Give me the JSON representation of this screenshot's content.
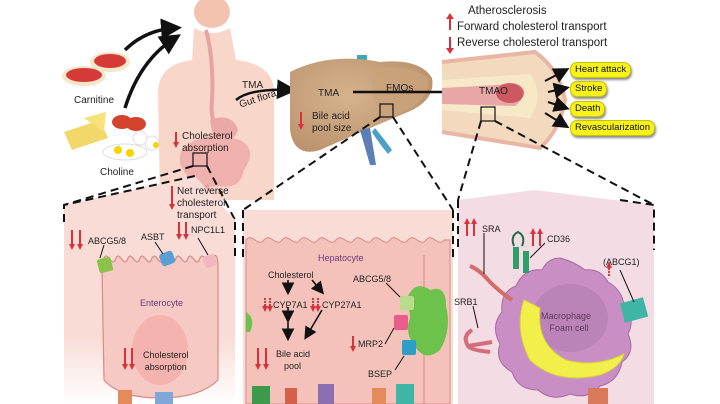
{
  "top": {
    "food": {
      "carnitine": "Carnitine",
      "choline": "Choline"
    },
    "gut": {
      "cholesterol_absorption_line1": "Cholesterol",
      "cholesterol_absorption_line2": "absorption"
    },
    "tma_label": "TMA",
    "gut_flora": "Gut flora",
    "liver": {
      "tma": "TMA",
      "fmos": "FMOs",
      "bile_acid_line1": "Bile acid",
      "bile_acid_line2": "pool size"
    },
    "artery": {
      "tmao": "TMAO"
    },
    "legend": {
      "title": "Atherosclerosis",
      "forward": "Forward cholesterol transport",
      "reverse": "Reverse cholesterol transport"
    },
    "outcomes": [
      "Heart attack",
      "Stroke",
      "Death",
      "Revascularization"
    ]
  },
  "panels": {
    "enterocyte": {
      "net_reverse_line1": "Net reverse",
      "net_reverse_line2": "cholesterol",
      "net_reverse_line3": "transport",
      "abcg58": "ABCG5/8",
      "asbt": "ASBT",
      "npc1l1": "NPC1L1",
      "cell_name": "Enterocyte",
      "absorption_line1": "Cholesterol",
      "absorption_line2": "absorption"
    },
    "hepatocyte": {
      "cell_name": "Hepatocyte",
      "cholesterol": "Cholesterol",
      "cyp7a1": "CYP7A1",
      "cyp27a1": "CYP27A1",
      "bile_acid_line1": "Bile acid",
      "bile_acid_line2": "pool",
      "abcg58": "ABCG5/8",
      "mrp2": "MRP2",
      "bsep": "BSEP"
    },
    "macrophage": {
      "sra": "SRA",
      "cd36": "CD36",
      "abcg1": "(ABCG1)",
      "srb1": "SRB1",
      "cell_line1": "Macrophage",
      "cell_line2": "Foam cell"
    }
  },
  "colors": {
    "arrow_red": "#d9323a",
    "badge_yellow": "#f7f21a",
    "panel_pink": "#f9dcd6",
    "liver_tan": "#c9a27a",
    "macrophage_purple": "#c98fc4",
    "lipid_yellow": "#f2ef4a"
  }
}
